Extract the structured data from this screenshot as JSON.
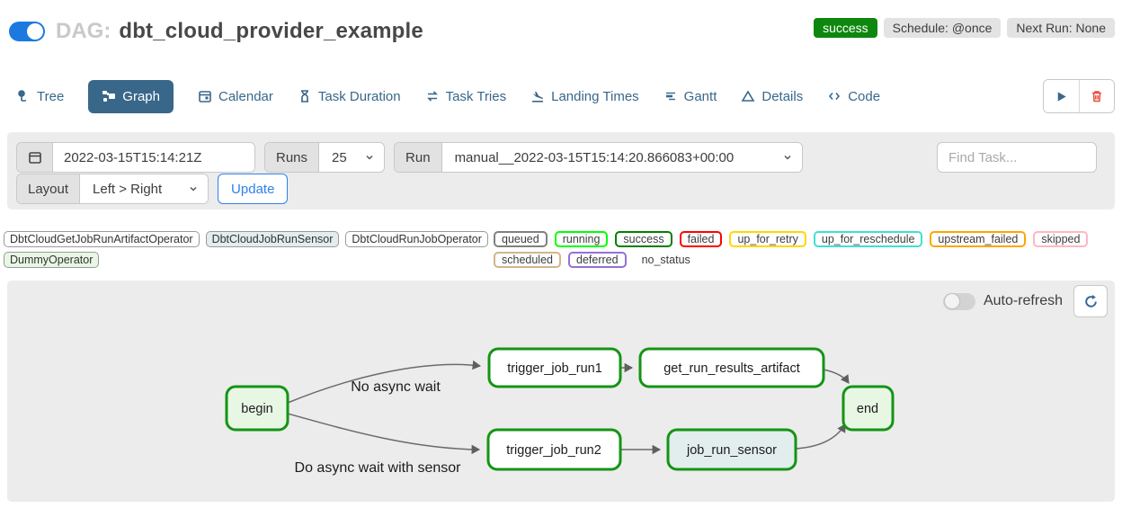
{
  "header": {
    "dag_prefix": "DAG:",
    "dag_title": "dbt_cloud_provider_example",
    "pause_toggle_on": true,
    "badges": {
      "status": "success",
      "schedule": "Schedule: @once",
      "next_run": "Next Run: None"
    },
    "status_color": "#0e870e"
  },
  "tabs": [
    {
      "label": "Tree",
      "active": false
    },
    {
      "label": "Graph",
      "active": true
    },
    {
      "label": "Calendar",
      "active": false
    },
    {
      "label": "Task Duration",
      "active": false
    },
    {
      "label": "Task Tries",
      "active": false
    },
    {
      "label": "Landing Times",
      "active": false
    },
    {
      "label": "Gantt",
      "active": false
    },
    {
      "label": "Details",
      "active": false
    },
    {
      "label": "Code",
      "active": false
    }
  ],
  "filters": {
    "date_value": "2022-03-15T15:14:21Z",
    "runs_label": "Runs",
    "runs_value": "25",
    "run_label": "Run",
    "run_value": "manual__2022-03-15T15:14:20.866083+00:00",
    "find_task_placeholder": "Find Task...",
    "layout_label": "Layout",
    "layout_value": "Left > Right",
    "update_label": "Update"
  },
  "legend": {
    "operators": [
      {
        "label": "DbtCloudGetJobRunArtifactOperator",
        "fill": "#ffffff"
      },
      {
        "label": "DbtCloudJobRunSensor",
        "fill": "#e2edee"
      },
      {
        "label": "DbtCloudRunJobOperator",
        "fill": "#ffffff"
      },
      {
        "label": "DummyOperator",
        "fill": "#e8f7e4"
      }
    ],
    "states": [
      {
        "label": "queued",
        "border": "#808080"
      },
      {
        "label": "running",
        "border": "#00ff00"
      },
      {
        "label": "success",
        "border": "#008000"
      },
      {
        "label": "failed",
        "border": "#ff0000"
      },
      {
        "label": "up_for_retry",
        "border": "#ffd700"
      },
      {
        "label": "up_for_reschedule",
        "border": "#40e0d0"
      },
      {
        "label": "upstream_failed",
        "border": "#ffa500"
      },
      {
        "label": "skipped",
        "border": "#ffb6c1"
      },
      {
        "label": "scheduled",
        "border": "#d2b48c"
      },
      {
        "label": "deferred",
        "border": "#9370db"
      },
      {
        "label": "no_status",
        "border": "transparent"
      }
    ]
  },
  "graph": {
    "auto_refresh_label": "Auto-refresh",
    "auto_refresh_on": false,
    "node_border_color": "#149414",
    "nodes": [
      {
        "id": "begin",
        "label": "begin",
        "fill": "#e8f7e4"
      },
      {
        "id": "trigger_job_run1",
        "label": "trigger_job_run1",
        "fill": "#ffffff"
      },
      {
        "id": "get_run_results_artifact",
        "label": "get_run_results_artifact",
        "fill": "#ffffff"
      },
      {
        "id": "trigger_job_run2",
        "label": "trigger_job_run2",
        "fill": "#ffffff"
      },
      {
        "id": "job_run_sensor",
        "label": "job_run_sensor",
        "fill": "#e2edee"
      },
      {
        "id": "end",
        "label": "end",
        "fill": "#e8f7e4"
      }
    ],
    "edges": [
      {
        "from": "begin",
        "to": "trigger_job_run1",
        "label": "No async wait"
      },
      {
        "from": "begin",
        "to": "trigger_job_run2",
        "label": "Do async wait with sensor"
      },
      {
        "from": "trigger_job_run1",
        "to": "get_run_results_artifact",
        "label": ""
      },
      {
        "from": "trigger_job_run2",
        "to": "job_run_sensor",
        "label": ""
      },
      {
        "from": "get_run_results_artifact",
        "to": "end",
        "label": ""
      },
      {
        "from": "job_run_sensor",
        "to": "end",
        "label": ""
      }
    ],
    "edge_labels": {
      "top": "No async wait",
      "bottom": "Do async wait with sensor"
    }
  }
}
